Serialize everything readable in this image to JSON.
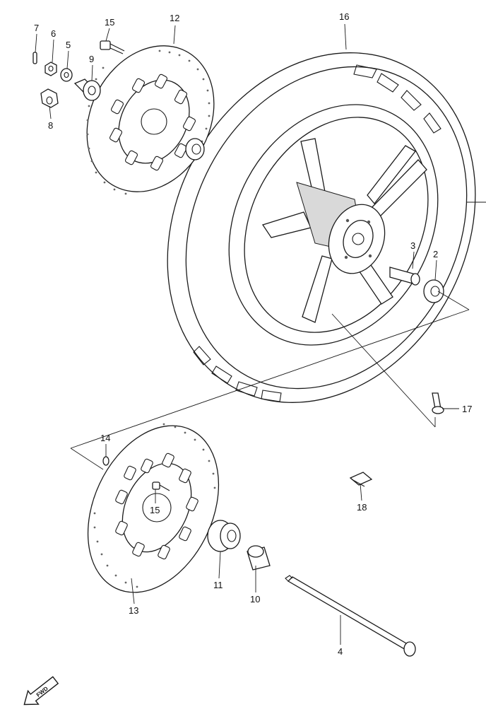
{
  "diagram": {
    "callouts": {
      "p2": "2",
      "p3": "3",
      "p4": "4",
      "p5": "5",
      "p6": "6",
      "p7": "7",
      "p8": "8",
      "p9": "9",
      "p10": "10",
      "p11": "11",
      "p12": "12",
      "p13": "13",
      "p14": "14",
      "p15a": "15",
      "p15b": "15",
      "p16": "16",
      "p17": "17",
      "p18": "18"
    },
    "fwd_label": "FWD"
  }
}
